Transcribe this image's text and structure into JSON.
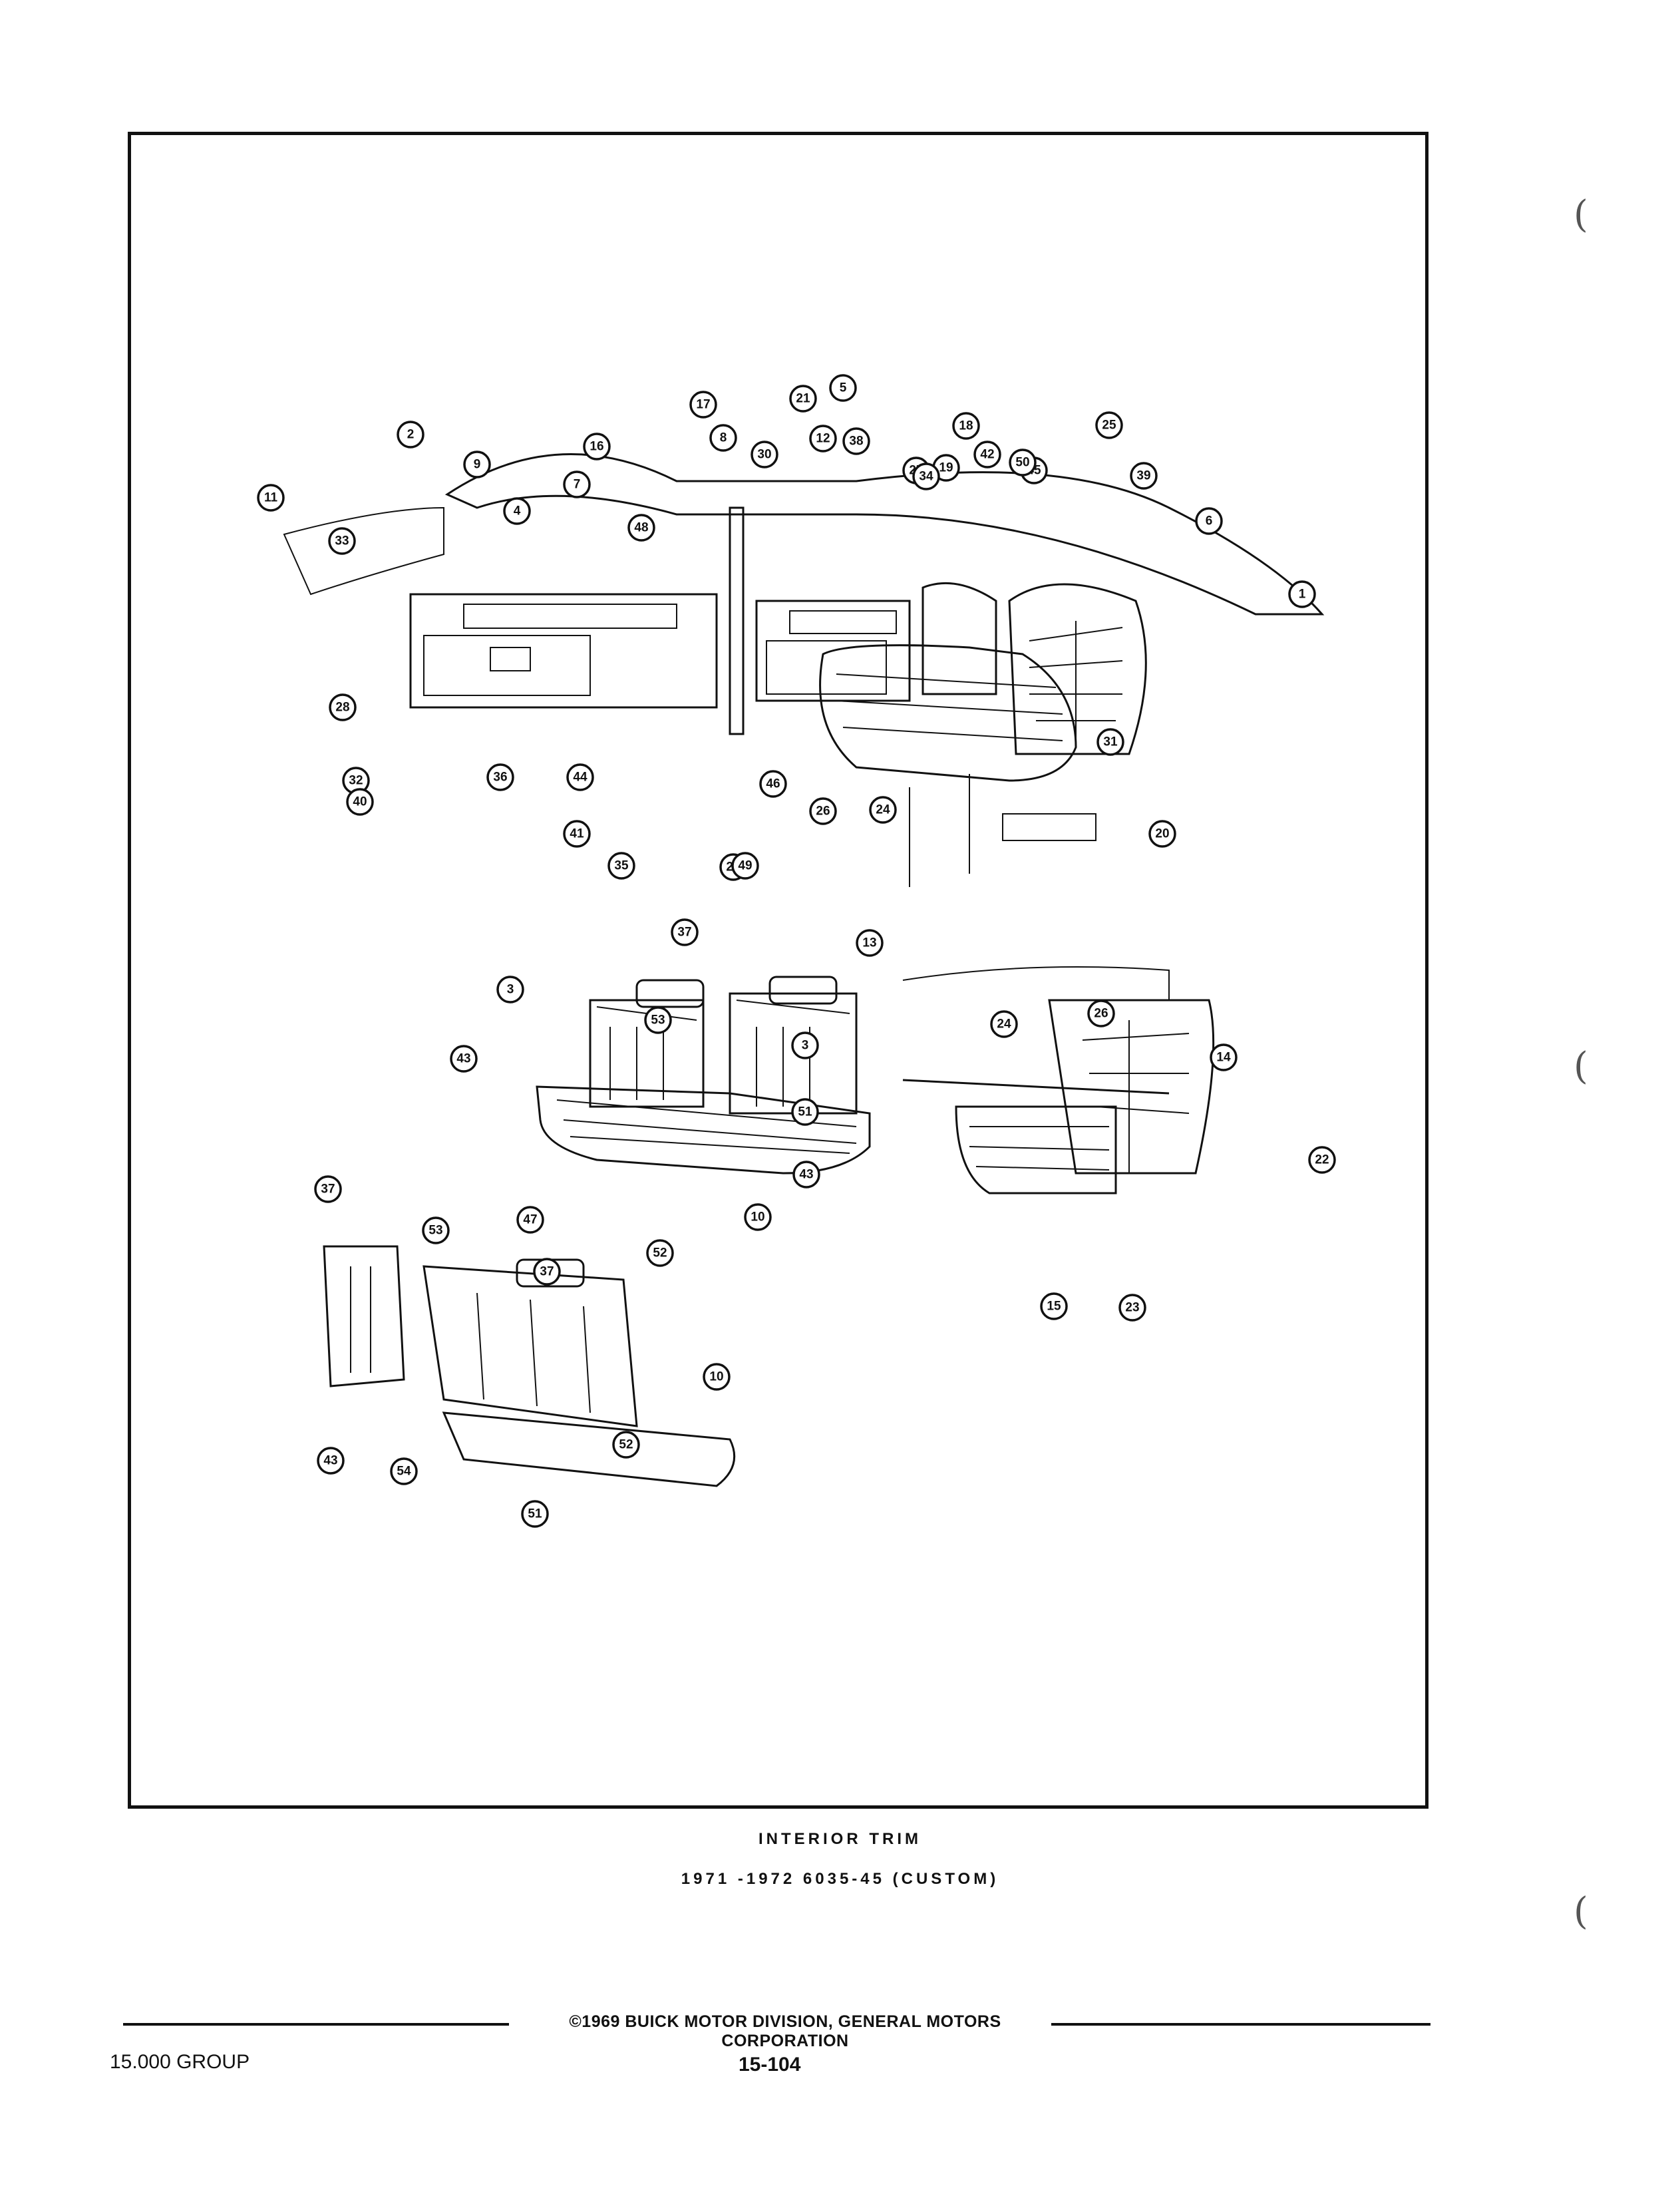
{
  "figure": {
    "caption_title": "INTERIOR TRIM",
    "caption_subtitle": "1971 -1972 6035-45  (CUSTOM)"
  },
  "callouts": {
    "main_view": [
      "1",
      "2",
      "4",
      "5",
      "6",
      "7",
      "8",
      "9",
      "11",
      "12",
      "13",
      "16",
      "17",
      "18",
      "19",
      "20",
      "21",
      "24",
      "25",
      "26",
      "27",
      "28",
      "29",
      "30",
      "31",
      "32",
      "33",
      "34",
      "35",
      "36",
      "38",
      "39",
      "40",
      "41",
      "42",
      "44",
      "45",
      "46",
      "48",
      "49",
      "50"
    ],
    "seat_view_a": [
      "3",
      "37",
      "53",
      "3",
      "43",
      "51",
      "43",
      "47",
      "10",
      "52"
    ],
    "side_view": [
      "24",
      "26",
      "14",
      "22",
      "15",
      "23"
    ],
    "seat_view_b": [
      "37",
      "53",
      "37",
      "10",
      "43",
      "54",
      "52",
      "51"
    ]
  },
  "footer": {
    "copyright": "©1969 BUICK MOTOR DIVISION, GENERAL MOTORS CORPORATION",
    "group": "15.000 GROUP",
    "page": "15-104"
  }
}
